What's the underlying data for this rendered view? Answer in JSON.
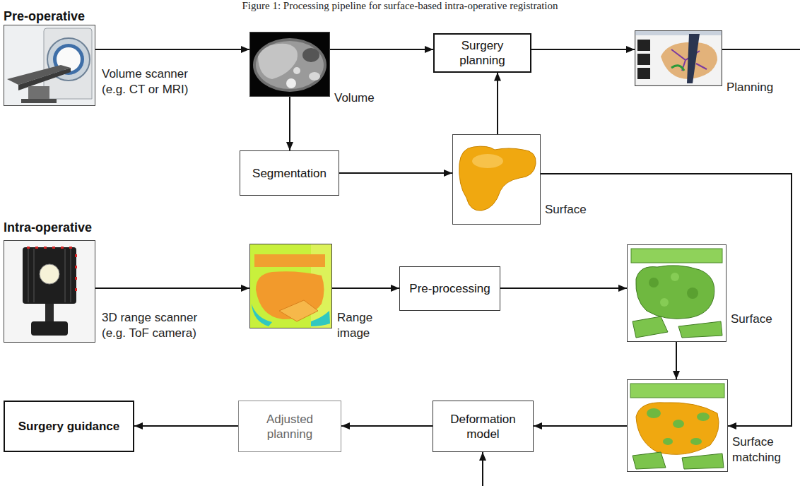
{
  "diagram": {
    "title": "Figure 1: Processing pipeline for surface-based intra-operative registration",
    "nodes": [
      {
        "text": [
          "Volume scanner (e.g. CT or MRI)"
        ]
      },
      {
        "text": [
          "Volume"
        ]
      },
      {
        "text": [
          "Surgery planning"
        ]
      },
      {
        "text": [
          "Planning"
        ]
      },
      {
        "text": [
          "Segmentation"
        ]
      },
      {
        "text": [
          "Surface"
        ]
      },
      {
        "text": [
          "3D range scanner (e.g. ToF camera)"
        ]
      },
      {
        "text": [
          "Range image"
        ]
      },
      {
        "text": [
          "Pre-processing"
        ]
      },
      {
        "text": [
          "Surface"
        ]
      },
      {
        "text": [
          "Surgery guidance"
        ]
      },
      {
        "text": [
          "Adjusted planning"
        ]
      },
      {
        "text": [
          "Deformation model"
        ]
      },
      {
        "text": [
          "Surface matching"
        ]
      }
    ],
    "edges": [
      {
        "from": 0,
        "to": 1,
        "arrow": "to"
      },
      {
        "from": 1,
        "to": 2,
        "arrow": "to"
      },
      {
        "from": 2,
        "to": 3,
        "arrow": "to"
      },
      {
        "from": 1,
        "to": 4,
        "arrow": "to"
      },
      {
        "from": 4,
        "to": 5,
        "arrow": "to"
      },
      {
        "from": 5,
        "to": 2,
        "arrow": "to"
      },
      {
        "from": 5,
        "to": 13,
        "arrow": "to"
      },
      {
        "from": 6,
        "to": 7,
        "arrow": "to"
      },
      {
        "from": 7,
        "to": 8,
        "arrow": "to"
      },
      {
        "from": 8,
        "to": 9,
        "arrow": "to"
      },
      {
        "from": 9,
        "to": 13,
        "arrow": "to"
      },
      {
        "from": 13,
        "to": 12,
        "arrow": "to"
      },
      {
        "from": 12,
        "to": 11,
        "arrow": "to"
      },
      {
        "from": 11,
        "to": 10,
        "arrow": "to"
      }
    ],
    "labels": [
      "Pre-operative",
      "Intra-operative"
    ]
  }
}
